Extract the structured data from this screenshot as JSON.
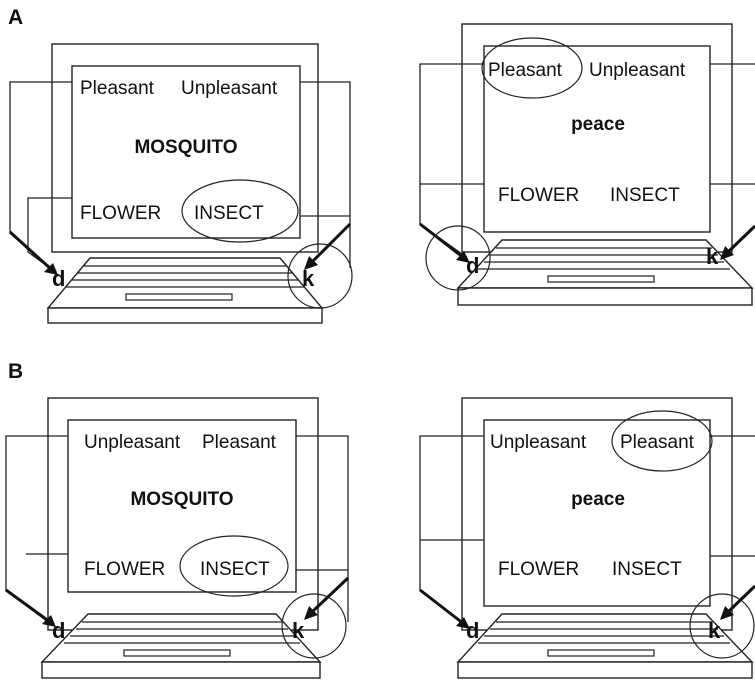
{
  "panels": [
    {
      "letter": "A",
      "screens": [
        {
          "top_left": "Pleasant",
          "top_right": "Unpleasant",
          "stimulus": "MOSQUITO",
          "bottom_left": "FLOWER",
          "bottom_right": "INSECT",
          "circled_label": "bottom_right",
          "circled_key": "k",
          "left_key": "d",
          "right_key": "k"
        },
        {
          "top_left": "Pleasant",
          "top_right": "Unpleasant",
          "stimulus": "peace",
          "bottom_left": "FLOWER",
          "bottom_right": "INSECT",
          "circled_label": "top_left",
          "circled_key": "d",
          "left_key": "d",
          "right_key": "k"
        }
      ]
    },
    {
      "letter": "B",
      "screens": [
        {
          "top_left": "Unpleasant",
          "top_right": "Pleasant",
          "stimulus": "MOSQUITO",
          "bottom_left": "FLOWER",
          "bottom_right": "INSECT",
          "circled_label": "bottom_right",
          "circled_key": "k",
          "left_key": "d",
          "right_key": "k"
        },
        {
          "top_left": "Unpleasant",
          "top_right": "Pleasant",
          "stimulus": "peace",
          "bottom_left": "FLOWER",
          "bottom_right": "INSECT",
          "circled_label": "top_right",
          "circled_key": "k",
          "left_key": "d",
          "right_key": "k"
        }
      ]
    }
  ]
}
